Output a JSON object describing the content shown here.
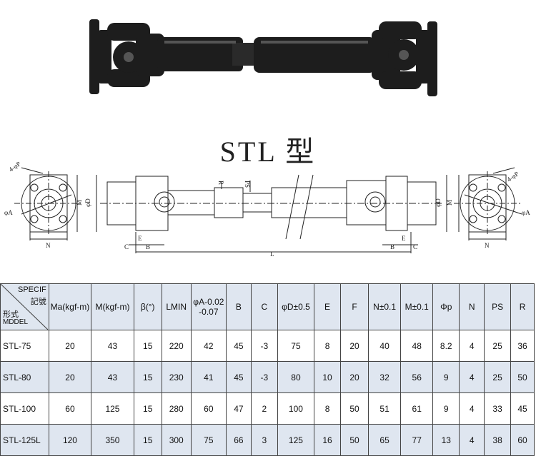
{
  "title": "STL 型",
  "drawing_labels": {
    "four_phi_p": "4-φP",
    "phi_a": "φA",
    "n": "N",
    "m": "M",
    "phi_d": "φD",
    "r": "R",
    "ps": "PS",
    "e": "E",
    "c": "C",
    "b": "B",
    "l": "L"
  },
  "table": {
    "corner": {
      "line1": "SPECIF",
      "line2": "記號",
      "line3": "形式",
      "line4": "MDDEL"
    },
    "headers": [
      "Ma(kgf-m)",
      "M(kgf-m)",
      "β(°)",
      "LMIN",
      "φA-0.02 -0.07",
      "B",
      "C",
      "φD±0.5",
      "E",
      "F",
      "N±0.1",
      "M±0.1",
      "Φp",
      "N",
      "PS",
      "R"
    ],
    "rows": [
      {
        "model": "STL-75",
        "values": [
          "20",
          "43",
          "15",
          "220",
          "42",
          "45",
          "-3",
          "75",
          "8",
          "20",
          "40",
          "48",
          "8.2",
          "4",
          "25",
          "36"
        ]
      },
      {
        "model": "STL-80",
        "values": [
          "20",
          "43",
          "15",
          "230",
          "41",
          "45",
          "-3",
          "80",
          "10",
          "20",
          "32",
          "56",
          "9",
          "4",
          "25",
          "50"
        ]
      },
      {
        "model": "STL-100",
        "values": [
          "60",
          "125",
          "15",
          "280",
          "60",
          "47",
          "2",
          "100",
          "8",
          "50",
          "51",
          "61",
          "9",
          "4",
          "33",
          "45"
        ]
      },
      {
        "model": "STL-125L",
        "values": [
          "120",
          "350",
          "15",
          "300",
          "75",
          "66",
          "3",
          "125",
          "16",
          "50",
          "65",
          "77",
          "13",
          "4",
          "38",
          "60"
        ]
      }
    ]
  },
  "colors": {
    "header_bg": "#dfe6f0",
    "shaft": "#1c1c1c"
  }
}
